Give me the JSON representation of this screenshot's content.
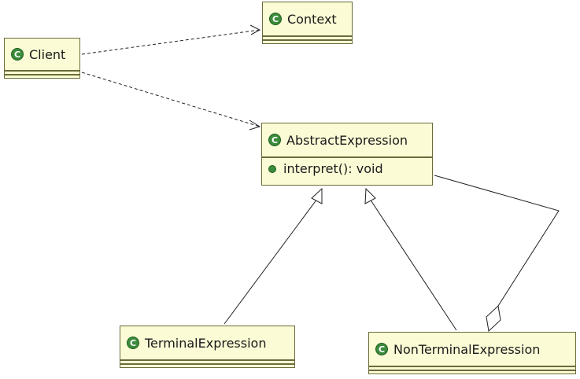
{
  "classes": {
    "client": {
      "name": "Client"
    },
    "context": {
      "name": "Context"
    },
    "abstract_expression": {
      "name": "AbstractExpression",
      "operations": [
        "interpret(): void"
      ]
    },
    "terminal_expression": {
      "name": "TerminalExpression"
    },
    "nonterminal_expression": {
      "name": "NonTerminalExpression"
    }
  },
  "icon_letter": "C",
  "colors": {
    "class_fill": "#fbfbd6",
    "class_border": "#6b6b3a",
    "class_icon": "#3b8b3b",
    "line": "#222222"
  },
  "relations": [
    {
      "from": "Client",
      "to": "Context",
      "type": "dependency"
    },
    {
      "from": "Client",
      "to": "AbstractExpression",
      "type": "dependency"
    },
    {
      "from": "TerminalExpression",
      "to": "AbstractExpression",
      "type": "generalization"
    },
    {
      "from": "NonTerminalExpression",
      "to": "AbstractExpression",
      "type": "generalization"
    },
    {
      "from": "NonTerminalExpression",
      "to": "AbstractExpression",
      "type": "aggregation"
    }
  ]
}
